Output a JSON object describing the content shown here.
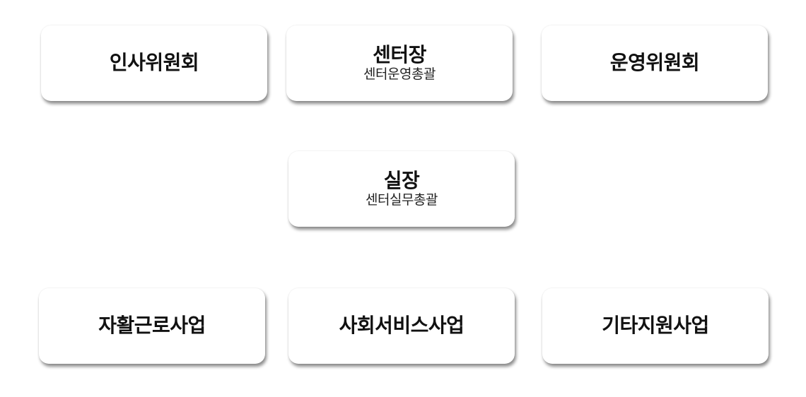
{
  "org_chart": {
    "top_row": {
      "left": {
        "title": "인사위원회"
      },
      "center": {
        "title": "센터장",
        "subtitle": "센터운영총괄"
      },
      "right": {
        "title": "운영위원회"
      }
    },
    "middle_row": {
      "center": {
        "title": "실장",
        "subtitle": "센터실무총괄"
      }
    },
    "bottom_row": {
      "left": {
        "title": "자활근로사업"
      },
      "center": {
        "title": "사회서비스사업"
      },
      "right": {
        "title": "기타지원사업"
      }
    }
  }
}
